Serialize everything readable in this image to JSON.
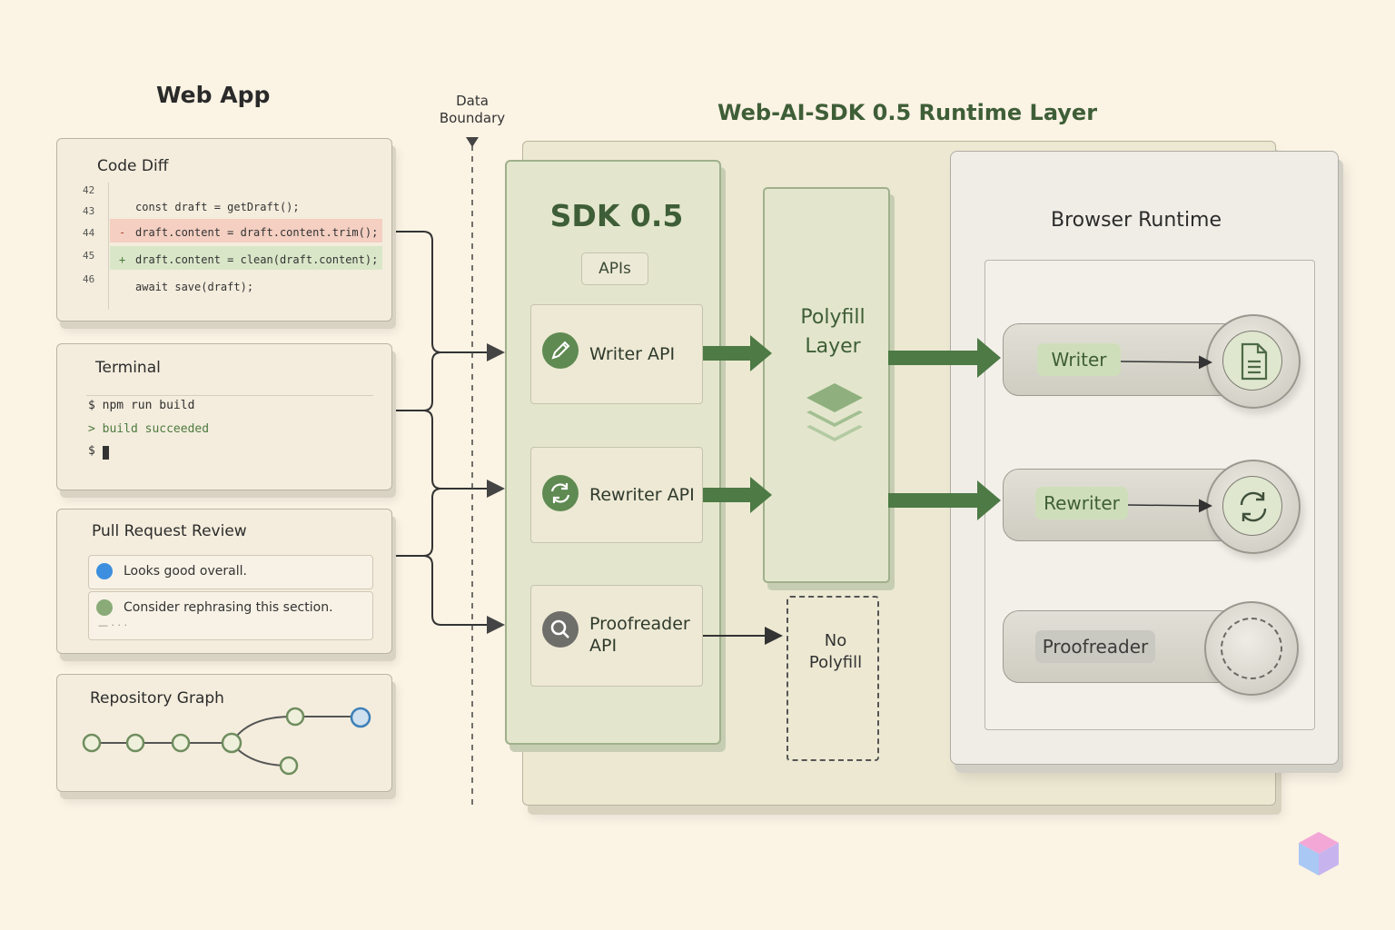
{
  "web_app": {
    "title": "Web App",
    "code_diff": {
      "title": "Code Diff",
      "lines": [
        {
          "num": "42",
          "marker": "",
          "code": ""
        },
        {
          "num": "43",
          "marker": "",
          "code": "const draft = getDraft();"
        },
        {
          "num": "44",
          "marker": "-",
          "code": "draft.content = draft.content.trim();"
        },
        {
          "num": "45",
          "marker": "+",
          "code": "draft.content = clean(draft.content);"
        },
        {
          "num": "46",
          "marker": "",
          "code": "await save(draft);"
        }
      ]
    },
    "terminal": {
      "title": "Terminal",
      "lines": [
        "$ npm run build",
        "> build succeeded",
        "$"
      ]
    },
    "pull_request": {
      "title": "Pull Request Review",
      "comments": [
        "Looks good overall.",
        "Consider rephrasing this section."
      ],
      "more": "— · · ·"
    },
    "repo_graph": {
      "title": "Repository Graph"
    }
  },
  "boundary": {
    "label_line1": "Data",
    "label_line2": "Boundary"
  },
  "runtime_layer_title": "Web-AI-SDK 0.5 Runtime Layer",
  "sdk": {
    "title": "SDK 0.5",
    "apis_label": "APIs",
    "apis": [
      {
        "label": "Writer API",
        "icon": "pencil-icon"
      },
      {
        "label": "Rewriter API",
        "icon": "refresh-icon"
      },
      {
        "label_line1": "Proofreader",
        "label_line2": "API",
        "icon": "search-icon"
      }
    ]
  },
  "polyfill": {
    "line1": "Polyfill",
    "line2": "Layer",
    "icon": "layers-icon"
  },
  "no_polyfill": {
    "line1": "No",
    "line2": "Polyfill"
  },
  "browser_runtime": {
    "title": "Browser Runtime",
    "items": [
      {
        "label": "Writer",
        "icon": "document-icon"
      },
      {
        "label": "Rewriter",
        "icon": "refresh-icon"
      },
      {
        "label": "Proofreader",
        "icon": "empty-circle-icon"
      }
    ]
  },
  "colors": {
    "background": "#fbf3e4",
    "accent_green": "#4d7a45",
    "title_green": "#3e5e37",
    "diff_removed": "#f4cfc2",
    "diff_added": "#d9e6c8",
    "comment_blue": "#3d8ede",
    "comment_green": "#8aab78"
  }
}
